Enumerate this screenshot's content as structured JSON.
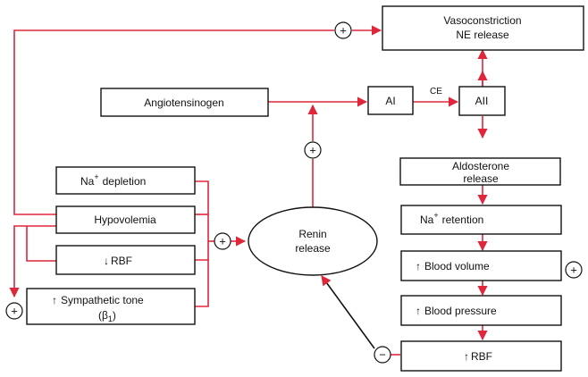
{
  "nodes": {
    "vasoconstriction_line1": "Vasoconstriction",
    "vasoconstriction_line2": "NE release",
    "angiotensinogen": "Angiotensinogen",
    "ai": "AI",
    "aii": "AII",
    "ce": "CE",
    "aldosterone_line1": "Aldosterone",
    "aldosterone_line2": "release",
    "na_retention": "retention",
    "blood_volume": "Blood volume",
    "blood_pressure": "Blood pressure",
    "rbf_right": "RBF",
    "na_depletion": "depletion",
    "hypovolemia": "Hypovolemia",
    "rbf_left": "RBF",
    "sympathetic_line1": "Sympathetic tone",
    "sympathetic_line2": "(β",
    "sympathetic_sub": "1",
    "renin_line1": "Renin",
    "renin_line2": "release",
    "na_symbol": "Na",
    "plus_superscript": "+",
    "up_arrow": "↑",
    "down_arrow": "↓",
    "plus_sign": "+",
    "minus_sign": "−",
    "close_paren": ")"
  },
  "colors": {
    "arrow": "#e0263a",
    "box_stroke": "#111111",
    "background": "#ffffff"
  }
}
